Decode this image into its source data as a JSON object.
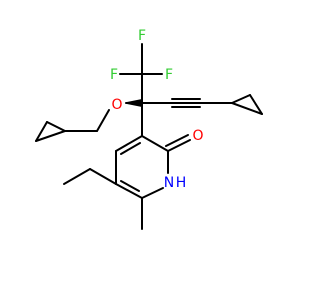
{
  "molecule": {
    "atoms": {
      "f_top": "F",
      "f_left": "F",
      "f_right": "F",
      "o_ether": "O",
      "o_carbonyl": "O",
      "n_ring": "N",
      "h_ring": "H"
    },
    "colors": {
      "bond": "#000000",
      "fluorine": "#33cc33",
      "oxygen": "#ff0000",
      "nitrogen": "#0000ff"
    }
  }
}
